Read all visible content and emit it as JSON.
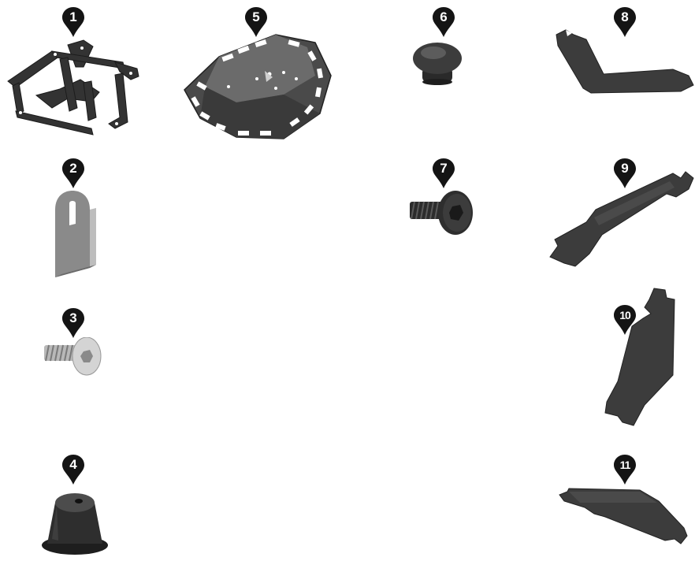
{
  "parts": [
    {
      "id": "frame-bracket",
      "marker": "1"
    },
    {
      "id": "hook-plate",
      "marker": "2"
    },
    {
      "id": "silver-screw",
      "marker": "3"
    },
    {
      "id": "rubber-foot",
      "marker": "4"
    },
    {
      "id": "rack-plate",
      "marker": "5"
    },
    {
      "id": "rubber-cap",
      "marker": "6"
    },
    {
      "id": "black-screw",
      "marker": "7"
    },
    {
      "id": "pad-curved",
      "marker": "8"
    },
    {
      "id": "pad-long",
      "marker": "9"
    },
    {
      "id": "pad-side",
      "marker": "10"
    },
    {
      "id": "pad-triangle",
      "marker": "11"
    }
  ],
  "colors": {
    "marker": "#141414",
    "metal_dark": "#3a3a3a",
    "pad": "#3c3c3c",
    "aluminium": "#8f8f8f",
    "rubber": "#2e2e2e"
  }
}
